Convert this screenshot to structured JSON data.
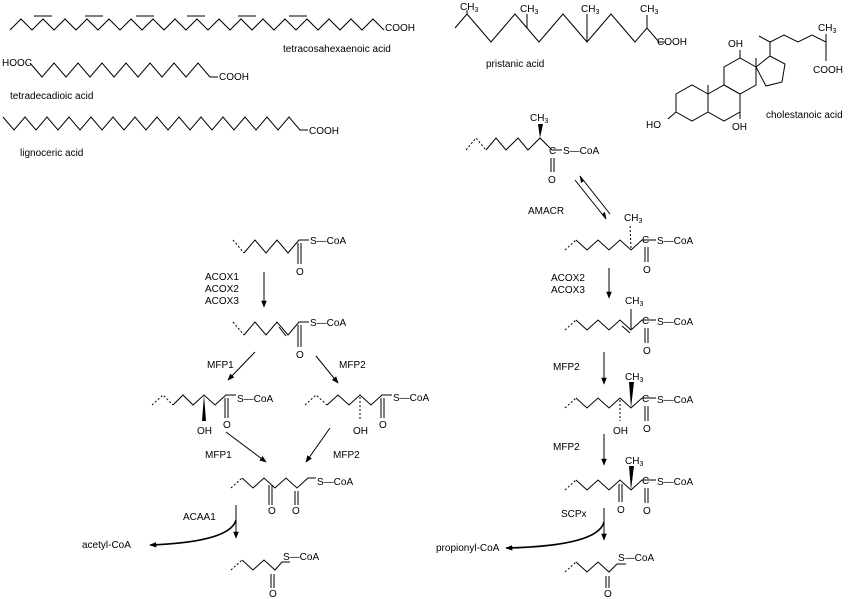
{
  "compounds": {
    "tetracosahexaenoic_acid": "tetracosahexaenoic acid",
    "tetradecadioic_acid": "tetradecadioic acid",
    "lignoceric_acid": "lignoceric acid",
    "pristanic_acid": "pristanic acid",
    "cholestanoic_acid": "cholestanoic acid",
    "acetyl_coa": "acetyl-CoA",
    "propionyl_coa": "propionyl-CoA"
  },
  "groups": {
    "cooh": "COOH",
    "hooc": "HOOC",
    "ch3": "CH",
    "ch3_sub": "3",
    "oh": "OH",
    "ho": "HO",
    "scoa": "S—CoA",
    "o": "O",
    "c": "C"
  },
  "enzymes": {
    "acox1": "ACOX1",
    "acox2": "ACOX2",
    "acox3": "ACOX3",
    "mfp1": "MFP1",
    "mfp2": "MFP2",
    "acaa1": "ACAA1",
    "amacr": "AMACR",
    "scpx": "SCPx"
  },
  "colors": {
    "ink": "#000000",
    "background": "#ffffff"
  }
}
